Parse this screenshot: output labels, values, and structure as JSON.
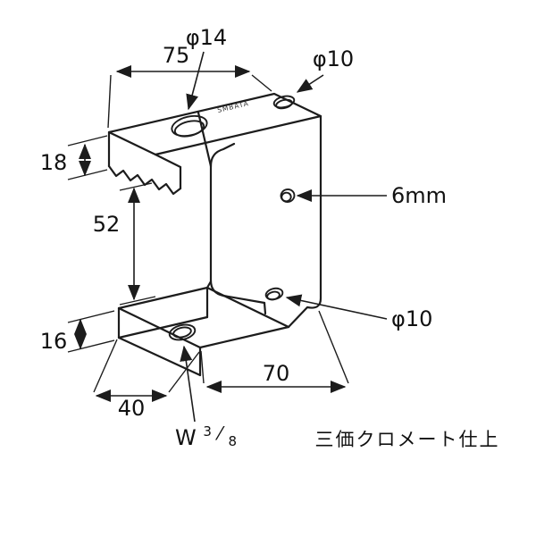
{
  "drawing": {
    "finish_note": "三価クロメート仕上",
    "brand_stamp": "SMBATA",
    "dimensions": {
      "top_hole_diameter": "φ14",
      "top_width": "75",
      "top_small_hole_diameter": "φ10",
      "jaw_lip_height": "18",
      "web_height": "52",
      "web_hole_diameter": "6mm",
      "lower_hole_diameter": "φ10",
      "bottom_arm_thickness": "16",
      "bottom_depth": "70",
      "bottom_arm_width": "40",
      "thread_spec": {
        "prefix": "W",
        "numerator": "3",
        "slash": "⁄",
        "denominator": "8"
      }
    },
    "colors": {
      "line": "#1c1c1c",
      "background": "#ffffff"
    }
  }
}
